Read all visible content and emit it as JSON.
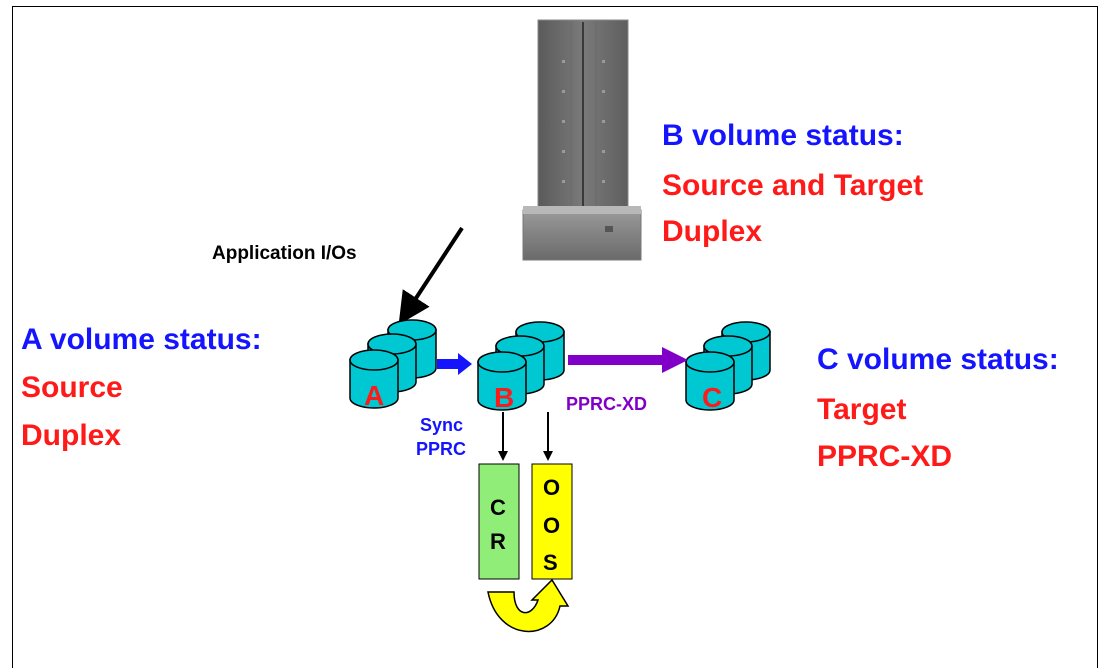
{
  "labels": {
    "application_ios": "Application I/Os",
    "a_status_title": "A volume status:",
    "a_status_line1": "Source",
    "a_status_line2": "Duplex",
    "b_status_title": "B volume status:",
    "b_status_line1": "Source and Target",
    "b_status_line2": "Duplex",
    "c_status_title": "C volume status:",
    "c_status_line1": "Target",
    "c_status_line2": "PPRC-XD",
    "sync_line1": "Sync",
    "sync_line2": "PPRC",
    "pprc_xd": "PPRC-XD",
    "volume_a": "A",
    "volume_b": "B",
    "volume_c": "C",
    "cr_1": "C",
    "cr_2": "R",
    "oos_1": "O",
    "oos_2": "O",
    "oos_3": "S"
  },
  "colors": {
    "title_blue": "#1414ff",
    "status_red": "#ff1a1a",
    "disk_cyan": "#00c8d2",
    "sync_arrow": "#1414ff",
    "xd_arrow": "#8000c8",
    "cr_green": "#90ee78",
    "oos_yellow": "#ffff00",
    "uturn_yellow": "#ffff00"
  },
  "icons": {
    "storage_server": "storage-server-icon",
    "disk_stack": "disk-stack-icon",
    "uturn": "u-turn-arrow-icon"
  }
}
